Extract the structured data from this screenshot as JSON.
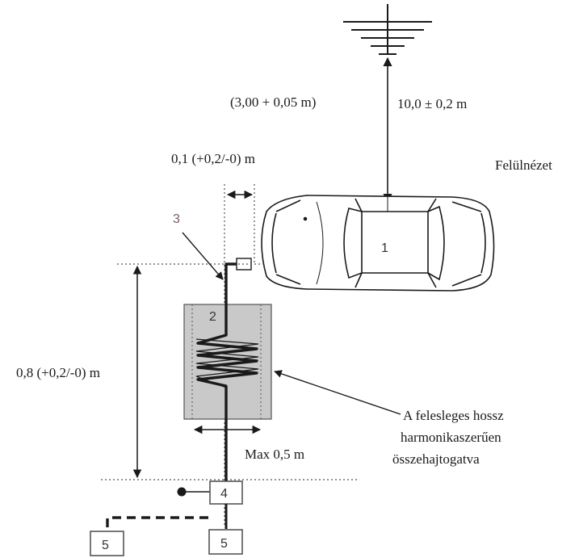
{
  "labels": {
    "view_title": "Felülnézet",
    "tolerance_top": "(3,00 + 0,05 m)",
    "distance_ground": "10,0 ± 0,2 m",
    "offset_cable": "0,1 (+0,2/-0) m",
    "height_cable": "0,8 (+0,2/-0) m",
    "max_width": "Max 0,5 m",
    "note_line1": "A felesleges hossz",
    "note_line2": "harmonikaszerűen",
    "note_line3": "összehajtogatva"
  },
  "callouts": {
    "vehicle": "1",
    "fold_box": "2",
    "cable": "3",
    "connector": "4",
    "device_right": "5",
    "device_left": "5"
  },
  "colors": {
    "line": "#1a1a1a",
    "box_fill": "#c9c9c9",
    "callout_three": "#7a5a6a",
    "dotted": "#555555"
  }
}
